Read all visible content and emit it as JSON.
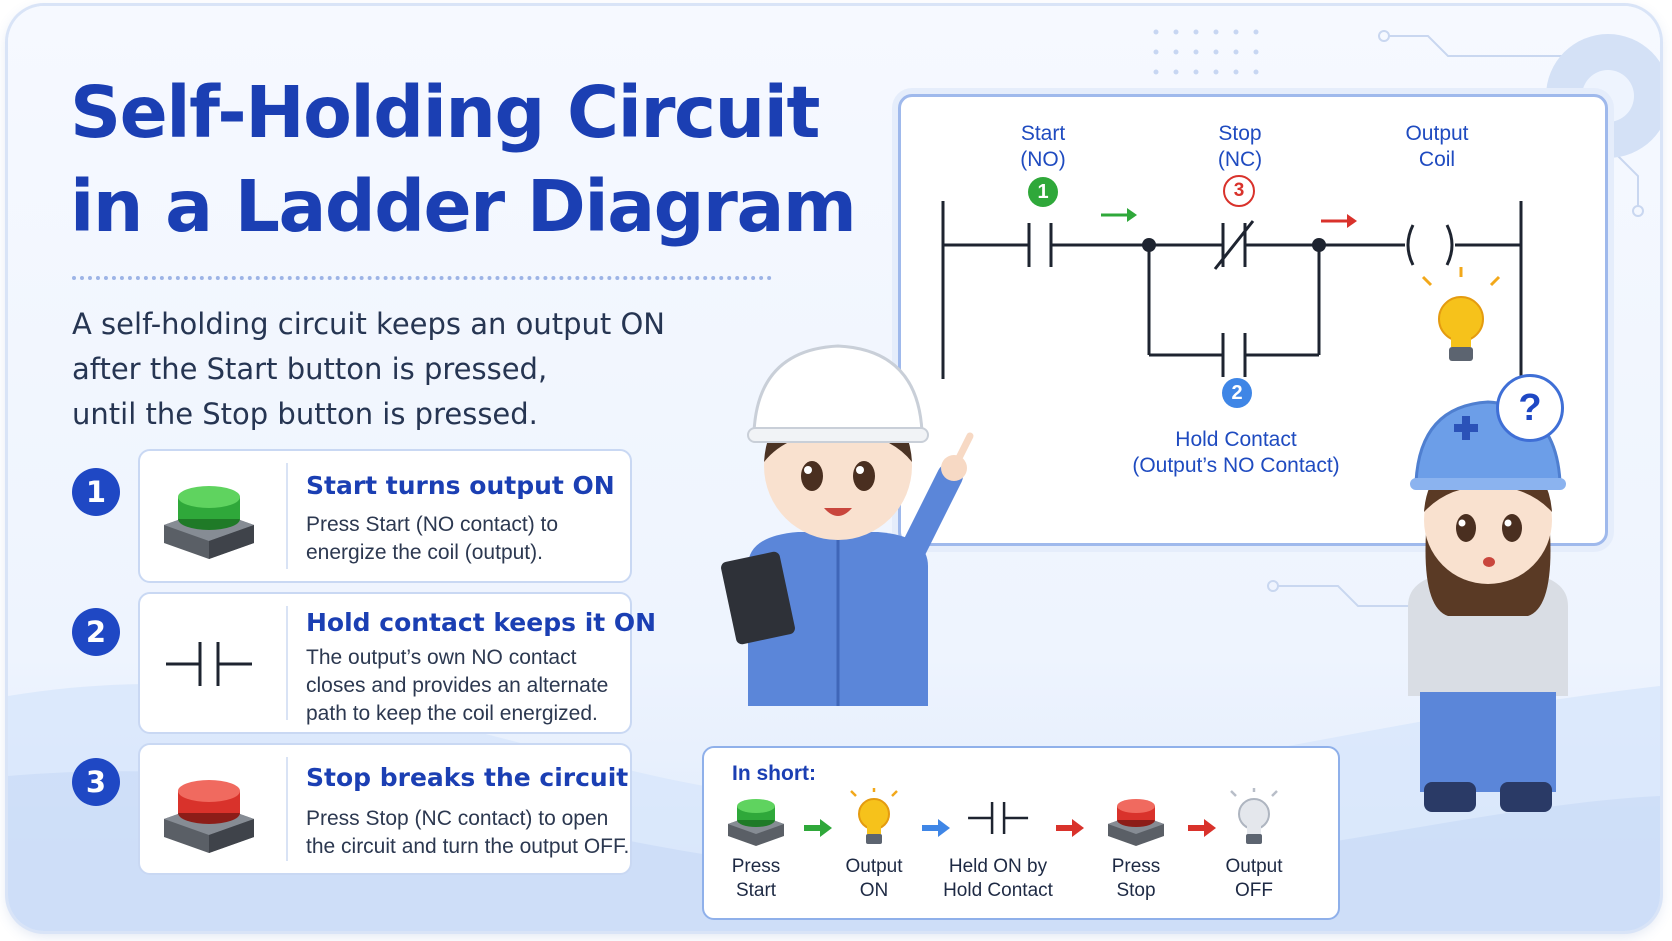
{
  "title": {
    "line1": "Self-Holding Circuit",
    "line2": "in a Ladder Diagram"
  },
  "intro": {
    "line1": "A self-holding circuit keeps an output ON",
    "line2": "after the Start button is pressed,",
    "line3": "until the Stop button is pressed."
  },
  "steps": [
    {
      "num": "1",
      "icon": "green-button-icon",
      "title": "Start turns output ON",
      "line1": "Press Start (NO contact) to",
      "line2": "energize the coil (output)."
    },
    {
      "num": "2",
      "icon": "no-contact-icon",
      "title": "Hold contact keeps it ON",
      "line1": "The output’s own NO contact",
      "line2": "closes and provides an alternate",
      "line3": "path to keep the coil energized."
    },
    {
      "num": "3",
      "icon": "red-button-icon",
      "title": "Stop breaks the circuit",
      "line1": "Press Stop (NC contact) to open",
      "line2": "the circuit and turn the output OFF."
    }
  ],
  "diagram": {
    "start": {
      "line1": "Start",
      "line2": "(NO)",
      "marker": "1"
    },
    "stop": {
      "line1": "Stop",
      "line2": "(NC)",
      "marker": "3"
    },
    "coil": {
      "line1": "Output",
      "line2": "Coil"
    },
    "hold": {
      "marker": "2",
      "line1": "Hold Contact",
      "line2": "(Output’s NO Contact)"
    },
    "bubble": "?"
  },
  "short": {
    "title": "In short:",
    "items": [
      {
        "icon": "green-button-icon",
        "line1": "Press",
        "line2": "Start"
      },
      {
        "icon": "lit-bulb-icon",
        "line1": "Output",
        "line2": "ON"
      },
      {
        "icon": "no-contact-icon",
        "line1": "Held ON by",
        "line2": "Hold Contact"
      },
      {
        "icon": "red-button-icon",
        "line1": "Press",
        "line2": "Stop"
      },
      {
        "icon": "unlit-bulb-icon",
        "line1": "Output",
        "line2": "OFF"
      }
    ]
  },
  "colors": {
    "title": "#1b3fb3",
    "accent": "#1f48c4",
    "start_green": "#2fa83a",
    "stop_red": "#d9322b",
    "marker_blue": "#3f86e6",
    "bulb": "#f6c21b"
  }
}
